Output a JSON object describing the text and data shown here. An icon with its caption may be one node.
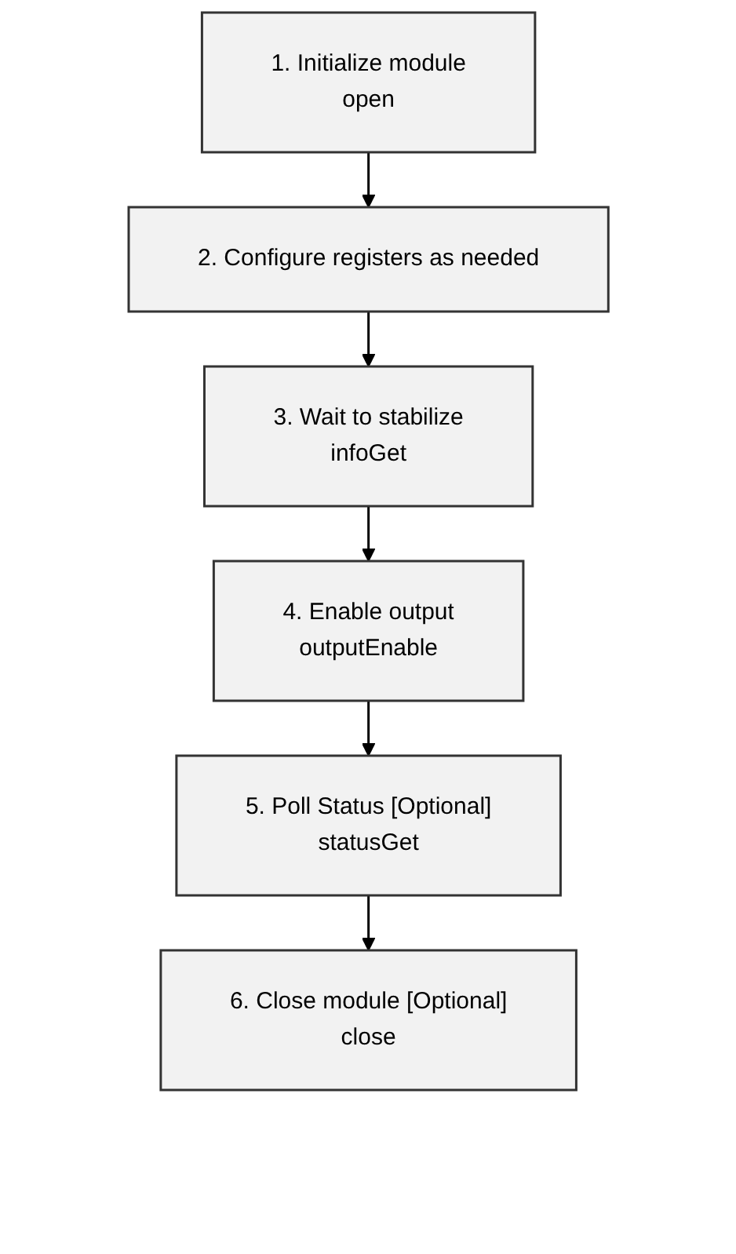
{
  "diagram": {
    "nodes": [
      {
        "text": [
          "1. Initialize module",
          "open"
        ]
      },
      {
        "text": [
          "2. Configure registers as needed"
        ]
      },
      {
        "text": [
          "3. Wait to stabilize",
          "infoGet"
        ]
      },
      {
        "text": [
          "4. Enable output",
          "outputEnable"
        ]
      },
      {
        "text": [
          "5. Poll Status [Optional]",
          "statusGet"
        ]
      },
      {
        "text": [
          "6. Close module [Optional]",
          "close"
        ]
      }
    ],
    "edges": [
      {
        "from": 0,
        "to": 1,
        "arrow": "to"
      },
      {
        "from": 1,
        "to": 2,
        "arrow": "to"
      },
      {
        "from": 2,
        "to": 3,
        "arrow": "to"
      },
      {
        "from": 3,
        "to": 4,
        "arrow": "to"
      },
      {
        "from": 4,
        "to": 5,
        "arrow": "to"
      }
    ]
  }
}
